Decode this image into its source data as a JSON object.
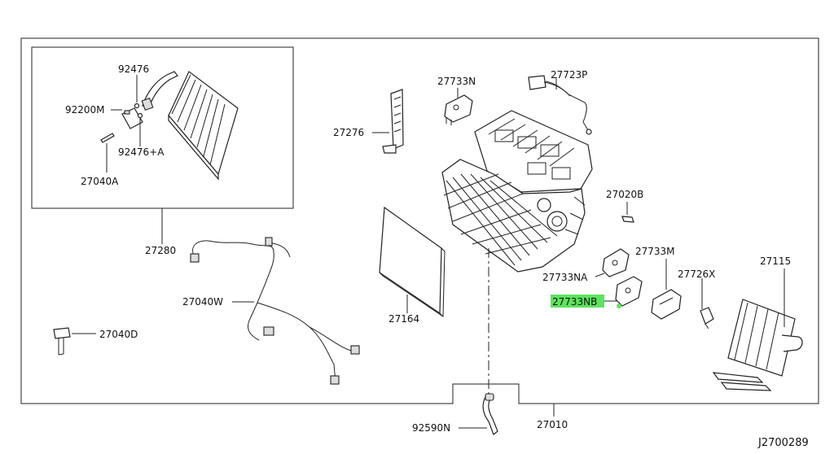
{
  "drawing_id": "J2700289",
  "labels": {
    "l_92476": "92476",
    "l_92200M": "92200M",
    "l_92476A": "92476+A",
    "l_27040A": "27040A",
    "l_27280": "27280",
    "l_27276": "27276",
    "l_27733N": "27733N",
    "l_27723P": "27723P",
    "l_27020B": "27020B",
    "l_27733M": "27733M",
    "l_27733NA": "27733NA",
    "l_27726X": "27726X",
    "l_27115": "27115",
    "l_27733NB": "27733NB",
    "l_27040W": "27040W",
    "l_27164": "27164",
    "l_27040D": "27040D",
    "l_27010": "27010",
    "l_92590N": "92590N"
  },
  "highlighted_part": "27733NB",
  "colors": {
    "highlight": "#5de35d",
    "line": "#222222",
    "background": "#ffffff"
  }
}
